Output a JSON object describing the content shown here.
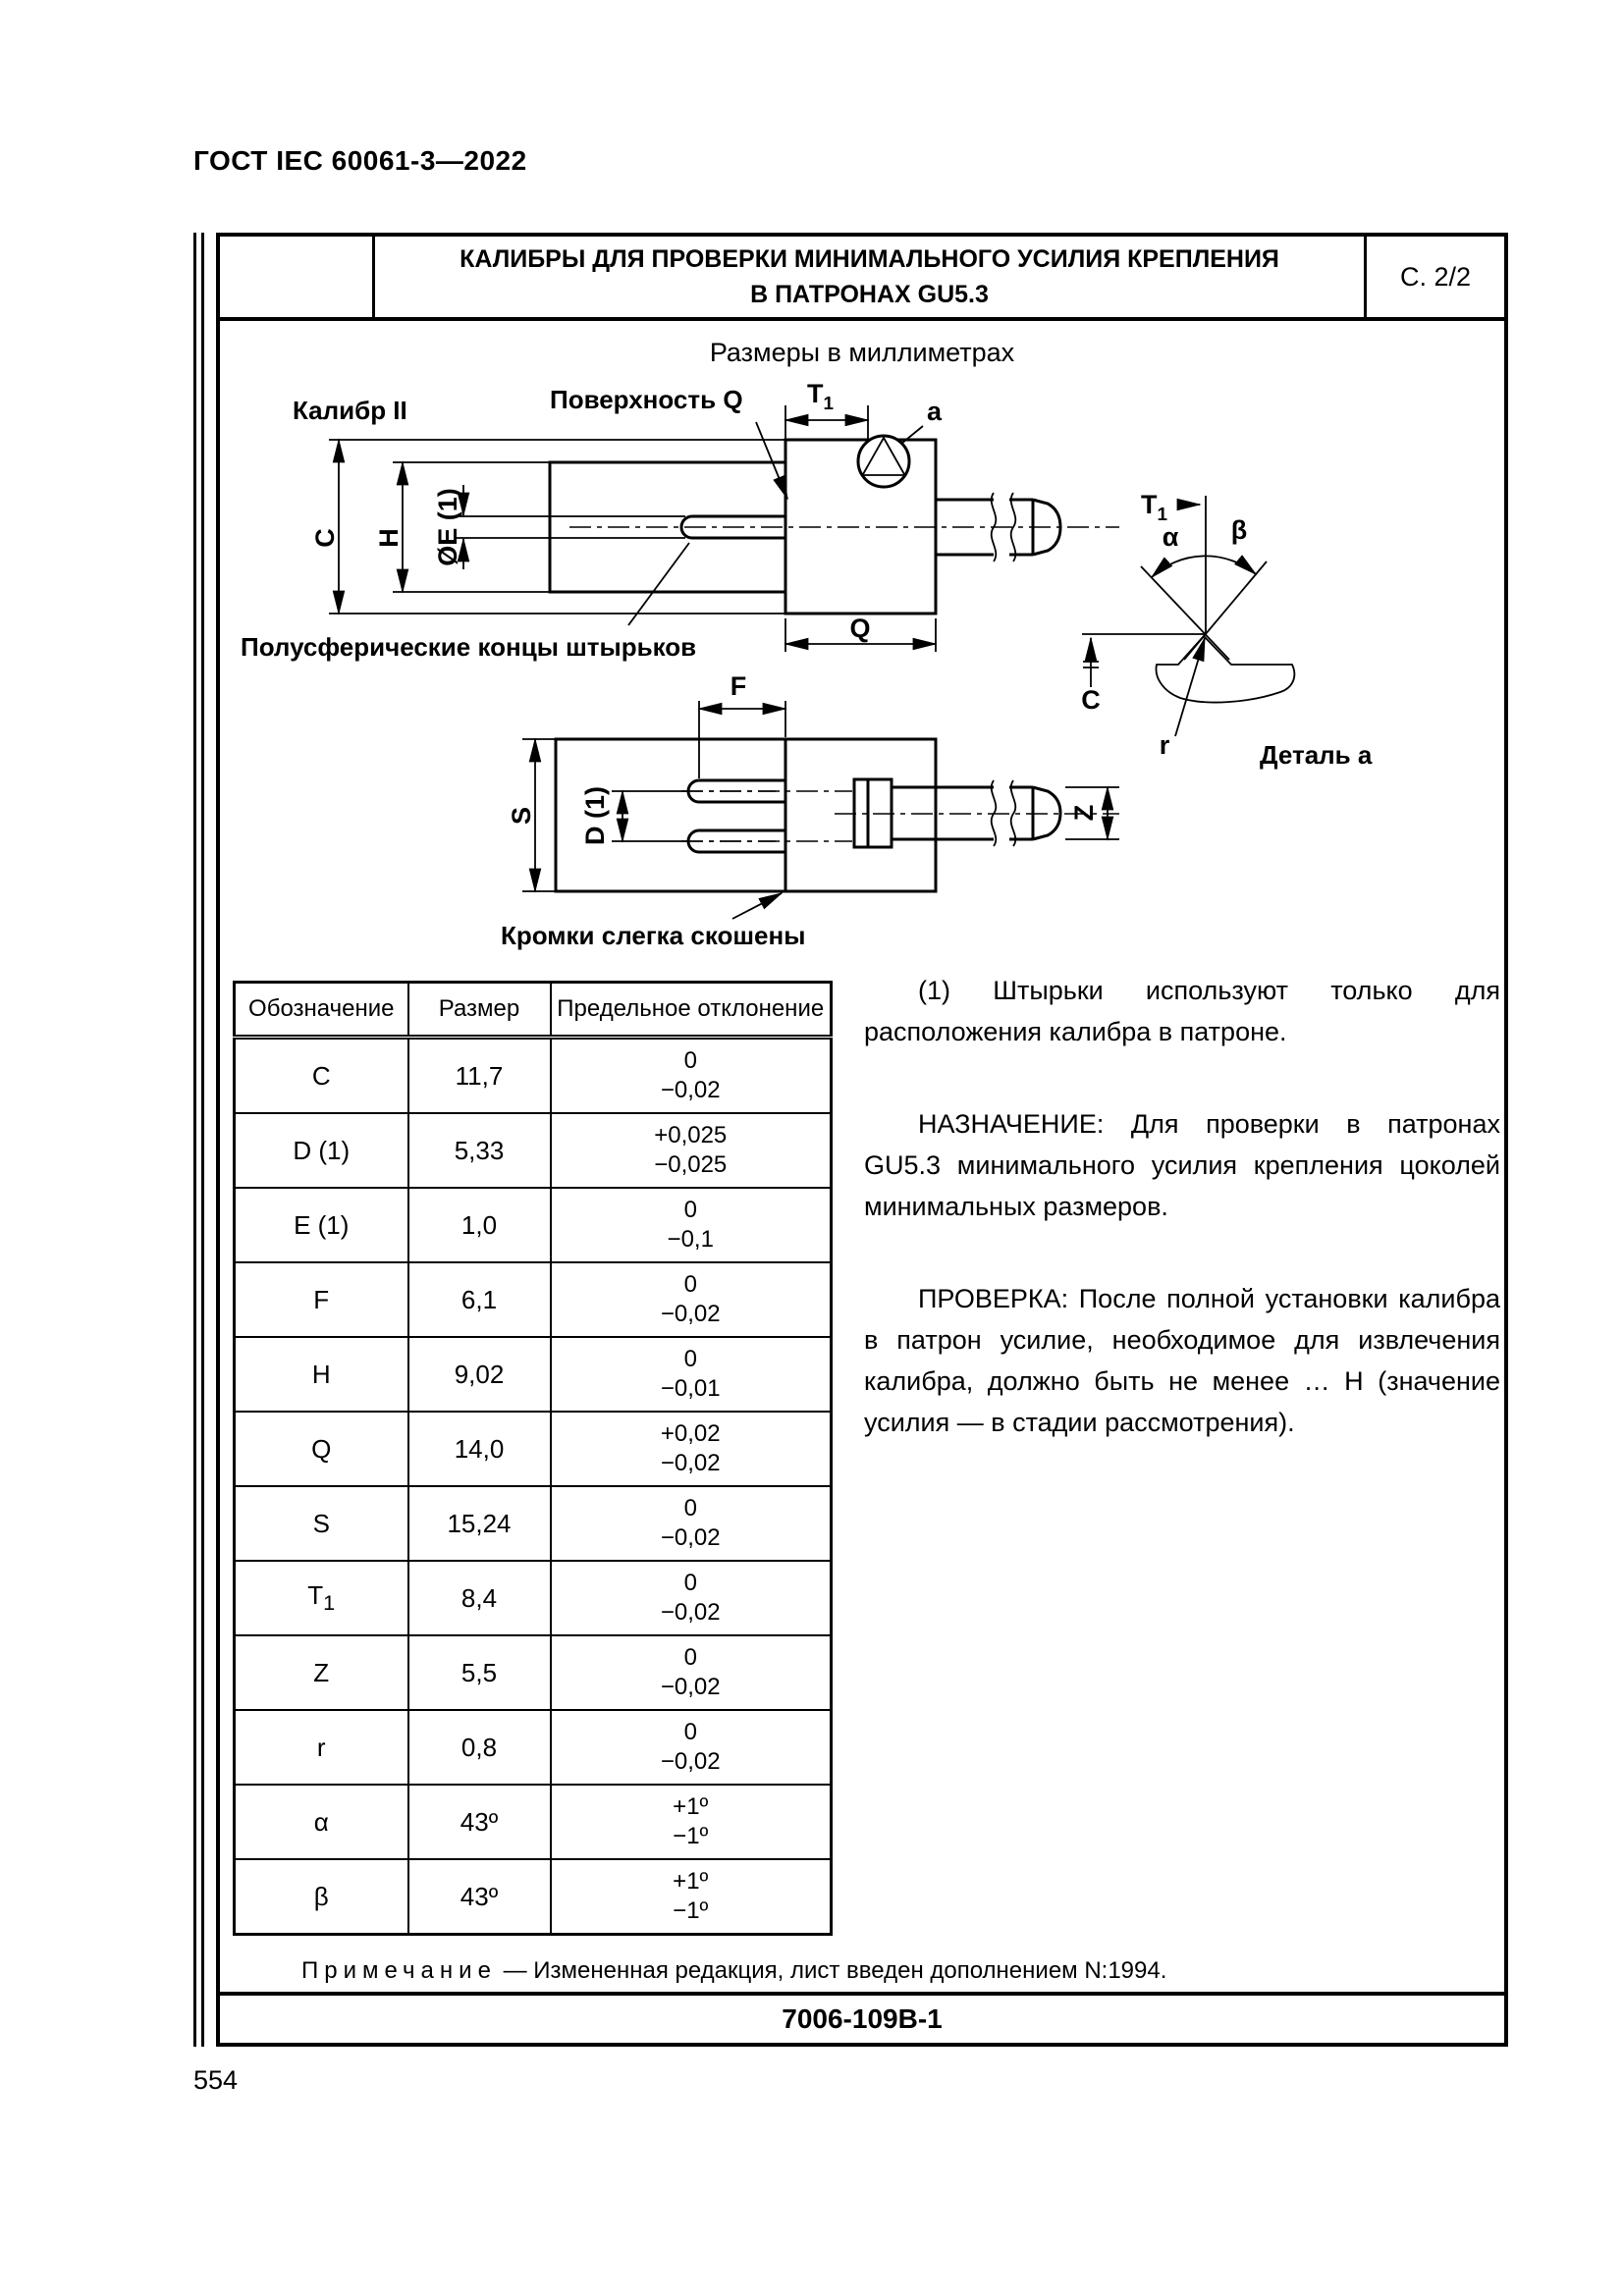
{
  "page": {
    "doc_code": "ГОСТ IEC 60061-3—2022",
    "page_number": "554"
  },
  "sheet": {
    "title_line1": "КАЛИБРЫ ДЛЯ ПРОВЕРКИ МИНИМАЛЬНОГО УСИЛИЯ КРЕПЛЕНИЯ",
    "title_line2": "В ПАТРОНАХ GU5.3",
    "page_ref": "С. 2/2",
    "units_note": "Размеры в миллиметрах",
    "sheet_code": "7006-109В-1",
    "note_label": "Примечание",
    "note_text": "— Измененная редакция, лист введен дополнением N:1994."
  },
  "drawing": {
    "labels": {
      "gauge": "Калибр II",
      "surface_q": "Поверхность Q",
      "pin_ends": "Полусферические концы штырьков",
      "edges": "Кромки слегка скошены",
      "detail": "Деталь а",
      "t_main": "T",
      "t_sub": "1",
      "a": "a",
      "c": "С",
      "h": "Н",
      "oe": "ØЕ (1)",
      "q": "Q",
      "f": "F",
      "s": "S",
      "d1": "D (1)",
      "z": "Z",
      "alpha": "α",
      "beta": "β",
      "r": "r"
    }
  },
  "table": {
    "headers": [
      "Обозначение",
      "Размер",
      "Предельное отклонение"
    ],
    "rows": [
      {
        "label": "C",
        "sub": "",
        "size": "11,7",
        "tol_top": "0",
        "tol_bottom": "−0,02"
      },
      {
        "label": "D (1)",
        "sub": "",
        "size": "5,33",
        "tol_top": "+0,025",
        "tol_bottom": "−0,025"
      },
      {
        "label": "E (1)",
        "sub": "",
        "size": "1,0",
        "tol_top": "0",
        "tol_bottom": "−0,1"
      },
      {
        "label": "F",
        "sub": "",
        "size": "6,1",
        "tol_top": "0",
        "tol_bottom": "−0,02"
      },
      {
        "label": "H",
        "sub": "",
        "size": "9,02",
        "tol_top": "0",
        "tol_bottom": "−0,01"
      },
      {
        "label": "Q",
        "sub": "",
        "size": "14,0",
        "tol_top": "+0,02",
        "tol_bottom": "−0,02"
      },
      {
        "label": "S",
        "sub": "",
        "size": "15,24",
        "tol_top": "0",
        "tol_bottom": "−0,02"
      },
      {
        "label": "T",
        "sub": "1",
        "size": "8,4",
        "tol_top": "0",
        "tol_bottom": "−0,02"
      },
      {
        "label": "Z",
        "sub": "",
        "size": "5,5",
        "tol_top": "0",
        "tol_bottom": "−0,02"
      },
      {
        "label": "r",
        "sub": "",
        "size": "0,8",
        "tol_top": "0",
        "tol_bottom": "−0,02"
      },
      {
        "label": "α",
        "sub": "",
        "size": "43º",
        "tol_top": "+1º",
        "tol_bottom": "−1º"
      },
      {
        "label": "β",
        "sub": "",
        "size": "43º",
        "tol_top": "+1º",
        "tol_bottom": "−1º"
      }
    ]
  },
  "paragraphs": [
    "(1) Штырьки используют только для расположения калибра в патроне.",
    "НАЗНАЧЕНИЕ: Для проверки в патронах GU5.3 минимального усилия крепления цоколей минимальных размеров.",
    "ПРОВЕРКА: После полной установки калибра в патрон усилие, необходимое для извлечения калибра, должно быть не менее … Н (значение усилия — в стадии рассмотрения)."
  ]
}
